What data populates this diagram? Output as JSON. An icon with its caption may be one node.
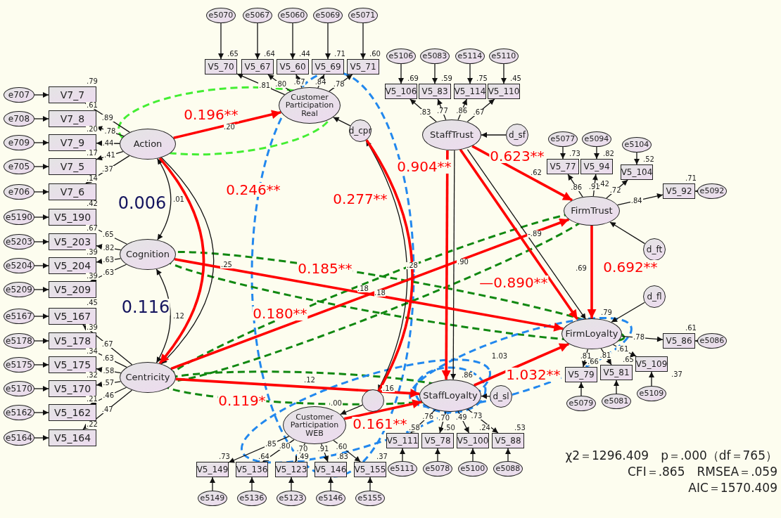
{
  "diagram": {
    "nodes": [
      {
        "text": [
          "Action"
        ]
      },
      {
        "text": [
          "Cognition"
        ]
      },
      {
        "text": [
          "Centricity"
        ]
      },
      {
        "text": [
          "Customer Participation Real"
        ]
      },
      {
        "text": [
          "Customer Participation WEB"
        ],
        "beside": [
          ".00"
        ]
      },
      {
        "text": [
          "StaffTrust"
        ]
      },
      {
        "text": [
          "FirmTrust"
        ]
      },
      {
        "text": [
          "StaffLoyalty"
        ],
        "beside": [
          ".86"
        ]
      },
      {
        "text": [
          "FirmLoyalty"
        ],
        "beside": [
          ".79"
        ]
      },
      {
        "text": [
          "d_cpr"
        ]
      },
      {
        "text": [
          "d_sf"
        ]
      },
      {
        "text": [
          "d_ft"
        ]
      },
      {
        "text": [
          "d_fl"
        ]
      },
      {
        "text": [
          "d_sl"
        ]
      },
      {
        "text": [],
        "shape": "circle",
        "beside": [
          ".16"
        ]
      },
      {
        "text": [
          "V7_7"
        ],
        "beside": [
          ".79"
        ]
      },
      {
        "text": [
          "V7_8"
        ],
        "beside": [
          ".61"
        ]
      },
      {
        "text": [
          "V7_9"
        ],
        "beside": [
          ".20"
        ]
      },
      {
        "text": [
          "V7_5"
        ],
        "beside": [
          ".17"
        ]
      },
      {
        "text": [
          "V7_6"
        ],
        "beside": [
          ".14"
        ]
      },
      {
        "text": [
          "V5_190"
        ],
        "beside": [
          ".42"
        ]
      },
      {
        "text": [
          "V5_203"
        ],
        "beside": [
          ".67"
        ]
      },
      {
        "text": [
          "V5_204"
        ],
        "beside": [
          ".39"
        ]
      },
      {
        "text": [
          "V5_209"
        ],
        "beside": [
          ".39"
        ]
      },
      {
        "text": [
          "V5_167"
        ],
        "beside": [
          ".45"
        ]
      },
      {
        "text": [
          "V5_178"
        ],
        "beside": [
          ".39"
        ]
      },
      {
        "text": [
          "V5_175"
        ],
        "beside": [
          ".34"
        ]
      },
      {
        "text": [
          "V5_170"
        ],
        "beside": [
          ".32"
        ]
      },
      {
        "text": [
          "V5_162"
        ],
        "beside": [
          ".21"
        ]
      },
      {
        "text": [
          "V5_164"
        ],
        "beside": [
          ".22"
        ]
      },
      {
        "text": [
          "V5_70"
        ],
        "beside": [
          ".65"
        ]
      },
      {
        "text": [
          "V5_67"
        ],
        "beside": [
          ".64"
        ]
      },
      {
        "text": [
          "V5_60"
        ],
        "beside": [
          ".44"
        ]
      },
      {
        "text": [
          "V5_69"
        ],
        "beside": [
          ".71"
        ]
      },
      {
        "text": [
          "V5_71"
        ],
        "beside": [
          ".60"
        ]
      },
      {
        "text": [
          "V5_106"
        ],
        "beside": [
          ".69"
        ]
      },
      {
        "text": [
          "V5_83"
        ],
        "beside": [
          ".59"
        ]
      },
      {
        "text": [
          "V5_114"
        ],
        "beside": [
          ".75"
        ]
      },
      {
        "text": [
          "V5_110"
        ],
        "beside": [
          ".45"
        ]
      },
      {
        "text": [
          "V5_77"
        ],
        "beside": [
          ".73"
        ]
      },
      {
        "text": [
          "V5_94"
        ],
        "beside": [
          ".82"
        ]
      },
      {
        "text": [
          "V5_104"
        ],
        "beside": [
          ".52"
        ]
      },
      {
        "text": [
          "V5_92"
        ],
        "beside": [
          ".71"
        ]
      },
      {
        "text": [
          "V5_86"
        ],
        "beside": [
          ".61"
        ]
      },
      {
        "text": [
          "V5_79"
        ],
        "beside": [
          ".66"
        ]
      },
      {
        "text": [
          "V5_81"
        ],
        "beside": [
          ".65"
        ]
      },
      {
        "text": [
          "V5_109"
        ],
        "beside": [
          ".37"
        ]
      },
      {
        "text": [
          "V5_111"
        ],
        "beside": [
          ".58"
        ]
      },
      {
        "text": [
          "V5_78"
        ],
        "beside": [
          ".50"
        ]
      },
      {
        "text": [
          "V5_100"
        ],
        "beside": [
          ".24"
        ]
      },
      {
        "text": [
          "V5_88"
        ],
        "beside": [
          ".53"
        ]
      },
      {
        "text": [
          "V5_149"
        ],
        "beside": [
          ".73"
        ]
      },
      {
        "text": [
          "V5_136"
        ],
        "beside": [
          ".64"
        ]
      },
      {
        "text": [
          "V5_123"
        ],
        "beside": [
          ".49"
        ]
      },
      {
        "text": [
          "V5_146"
        ],
        "beside": [
          ".83"
        ]
      },
      {
        "text": [
          "V5_155"
        ],
        "beside": [
          ".37"
        ]
      },
      {
        "text": [
          "e707"
        ]
      },
      {
        "text": [
          "e708"
        ]
      },
      {
        "text": [
          "e709"
        ]
      },
      {
        "text": [
          "e705"
        ]
      },
      {
        "text": [
          "e706"
        ]
      },
      {
        "text": [
          "e5190"
        ]
      },
      {
        "text": [
          "e5203"
        ]
      },
      {
        "text": [
          "e5204"
        ]
      },
      {
        "text": [
          "e5209"
        ]
      },
      {
        "text": [
          "e5167"
        ]
      },
      {
        "text": [
          "e5178"
        ]
      },
      {
        "text": [
          "e5175"
        ]
      },
      {
        "text": [
          "e5170"
        ]
      },
      {
        "text": [
          "e5162"
        ]
      },
      {
        "text": [
          "e5164"
        ]
      },
      {
        "text": [
          "e5070"
        ]
      },
      {
        "text": [
          "e5067"
        ]
      },
      {
        "text": [
          "e5060"
        ]
      },
      {
        "text": [
          "e5069"
        ]
      },
      {
        "text": [
          "e5071"
        ]
      },
      {
        "text": [
          "e5106"
        ]
      },
      {
        "text": [
          "e5083"
        ]
      },
      {
        "text": [
          "e5114"
        ]
      },
      {
        "text": [
          "e5110"
        ]
      },
      {
        "text": [
          "e5077"
        ]
      },
      {
        "text": [
          "e5094"
        ]
      },
      {
        "text": [
          "e5104"
        ]
      },
      {
        "text": [
          "e5092"
        ]
      },
      {
        "text": [
          "e5086"
        ]
      },
      {
        "text": [
          "e5079"
        ]
      },
      {
        "text": [
          "e5081"
        ]
      },
      {
        "text": [
          "e5109"
        ]
      },
      {
        "text": [
          "e5111"
        ]
      },
      {
        "text": [
          "e5078"
        ]
      },
      {
        "text": [
          "e5100"
        ]
      },
      {
        "text": [
          "e5088"
        ]
      },
      {
        "text": [
          "e5149"
        ]
      },
      {
        "text": [
          "e5136"
        ]
      },
      {
        "text": [
          "e5123"
        ]
      },
      {
        "text": [
          "e5146"
        ]
      },
      {
        "text": [
          "e5155"
        ]
      }
    ],
    "edges": [
      {
        "from": 56,
        "to": 15,
        "arrow": "to"
      },
      {
        "from": 57,
        "to": 16,
        "arrow": "to"
      },
      {
        "from": 58,
        "to": 17,
        "arrow": "to"
      },
      {
        "from": 59,
        "to": 18,
        "arrow": "to"
      },
      {
        "from": 60,
        "to": 19,
        "arrow": "to"
      },
      {
        "from": 61,
        "to": 20,
        "arrow": "to"
      },
      {
        "from": 62,
        "to": 21,
        "arrow": "to"
      },
      {
        "from": 63,
        "to": 22,
        "arrow": "to"
      },
      {
        "from": 64,
        "to": 23,
        "arrow": "to"
      },
      {
        "from": 65,
        "to": 24,
        "arrow": "to"
      },
      {
        "from": 66,
        "to": 25,
        "arrow": "to"
      },
      {
        "from": 67,
        "to": 26,
        "arrow": "to"
      },
      {
        "from": 68,
        "to": 27,
        "arrow": "to"
      },
      {
        "from": 69,
        "to": 28,
        "arrow": "to"
      },
      {
        "from": 70,
        "to": 29,
        "arrow": "to"
      },
      {
        "from": 71,
        "to": 30,
        "arrow": "to"
      },
      {
        "from": 72,
        "to": 31,
        "arrow": "to"
      },
      {
        "from": 73,
        "to": 32,
        "arrow": "to"
      },
      {
        "from": 74,
        "to": 33,
        "arrow": "to"
      },
      {
        "from": 75,
        "to": 34,
        "arrow": "to"
      },
      {
        "from": 76,
        "to": 35,
        "arrow": "to"
      },
      {
        "from": 77,
        "to": 36,
        "arrow": "to"
      },
      {
        "from": 78,
        "to": 37,
        "arrow": "to"
      },
      {
        "from": 79,
        "to": 38,
        "arrow": "to"
      },
      {
        "from": 80,
        "to": 39,
        "arrow": "to"
      },
      {
        "from": 81,
        "to": 40,
        "arrow": "to"
      },
      {
        "from": 82,
        "to": 41,
        "arrow": "to"
      },
      {
        "from": 83,
        "to": 42,
        "arrow": "to"
      },
      {
        "from": 84,
        "to": 43,
        "arrow": "to"
      },
      {
        "from": 85,
        "to": 44,
        "arrow": "to"
      },
      {
        "from": 86,
        "to": 45,
        "arrow": "to"
      },
      {
        "from": 87,
        "to": 46,
        "arrow": "to"
      },
      {
        "from": 88,
        "to": 47,
        "arrow": "to"
      },
      {
        "from": 89,
        "to": 48,
        "arrow": "to"
      },
      {
        "from": 90,
        "to": 49,
        "arrow": "to"
      },
      {
        "from": 91,
        "to": 50,
        "arrow": "to"
      },
      {
        "from": 92,
        "to": 51,
        "arrow": "to"
      },
      {
        "from": 93,
        "to": 52,
        "arrow": "to"
      },
      {
        "from": 94,
        "to": 53,
        "arrow": "to"
      },
      {
        "from": 95,
        "to": 54,
        "arrow": "to"
      },
      {
        "from": 96,
        "to": 55,
        "arrow": "to"
      },
      {
        "from": 0,
        "to": 15,
        "arrow": "to",
        "label": ".89"
      },
      {
        "from": 0,
        "to": 16,
        "arrow": "to",
        "label": ".78"
      },
      {
        "from": 0,
        "to": 17,
        "arrow": "to",
        "label": ".44"
      },
      {
        "from": 0,
        "to": 18,
        "arrow": "to",
        "label": ".41"
      },
      {
        "from": 0,
        "to": 19,
        "arrow": "to",
        "label": ".37"
      },
      {
        "from": 1,
        "to": 20,
        "arrow": "to",
        "label": ".65"
      },
      {
        "from": 1,
        "to": 21,
        "arrow": "to",
        "label": ".82"
      },
      {
        "from": 1,
        "to": 22,
        "arrow": "to",
        "label": ".63"
      },
      {
        "from": 1,
        "to": 23,
        "arrow": "to",
        "label": ".63"
      },
      {
        "from": 2,
        "to": 24,
        "arrow": "to",
        "label": ".67"
      },
      {
        "from": 2,
        "to": 25,
        "arrow": "to",
        "label": ".63"
      },
      {
        "from": 2,
        "to": 26,
        "arrow": "to",
        "label": ".58"
      },
      {
        "from": 2,
        "to": 27,
        "arrow": "to",
        "label": ".57"
      },
      {
        "from": 2,
        "to": 28,
        "arrow": "to",
        "label": ".46"
      },
      {
        "from": 2,
        "to": 29,
        "arrow": "to",
        "label": ".47"
      },
      {
        "from": 3,
        "to": 30,
        "arrow": "to",
        "label": ".81"
      },
      {
        "from": 3,
        "to": 31,
        "arrow": "to",
        "label": ".80"
      },
      {
        "from": 3,
        "to": 32,
        "arrow": "to",
        "label": ".67"
      },
      {
        "from": 3,
        "to": 33,
        "arrow": "to",
        "label": ".84"
      },
      {
        "from": 3,
        "to": 34,
        "arrow": "to",
        "label": ".78"
      },
      {
        "from": 5,
        "to": 35,
        "arrow": "to",
        "label": ".83"
      },
      {
        "from": 5,
        "to": 36,
        "arrow": "to",
        "label": ".77"
      },
      {
        "from": 5,
        "to": 37,
        "arrow": "to",
        "label": ".86"
      },
      {
        "from": 5,
        "to": 38,
        "arrow": "to",
        "label": ".67"
      },
      {
        "from": 6,
        "to": 39,
        "arrow": "to",
        "label": ".86"
      },
      {
        "from": 6,
        "to": 40,
        "arrow": "to",
        "label": ".91"
      },
      {
        "from": 6,
        "to": 41,
        "arrow": "to",
        "label": ".72"
      },
      {
        "from": 6,
        "to": 42,
        "arrow": "to",
        "label": ".84"
      },
      {
        "from": 8,
        "to": 43,
        "arrow": "to",
        "label": ".78"
      },
      {
        "from": 8,
        "to": 44,
        "arrow": "to",
        "label": ".81"
      },
      {
        "from": 8,
        "to": 45,
        "arrow": "to",
        "label": ".81"
      },
      {
        "from": 8,
        "to": 46,
        "arrow": "to",
        "label": ".61"
      },
      {
        "from": 7,
        "to": 47,
        "arrow": "to",
        "label": ".76"
      },
      {
        "from": 7,
        "to": 48,
        "arrow": "to",
        "label": ".70"
      },
      {
        "from": 7,
        "to": 49,
        "arrow": "to",
        "label": ".49"
      },
      {
        "from": 7,
        "to": 50,
        "arrow": "to",
        "label": ".73"
      },
      {
        "from": 4,
        "to": 51,
        "arrow": "to",
        "label": ".85"
      },
      {
        "from": 4,
        "to": 52,
        "arrow": "to",
        "label": ".80"
      },
      {
        "from": 4,
        "to": 53,
        "arrow": "to",
        "label": ".70"
      },
      {
        "from": 4,
        "to": 54,
        "arrow": "to",
        "label": ".91"
      },
      {
        "from": 4,
        "to": 55,
        "arrow": "to",
        "label": ".60"
      },
      {
        "from": 0,
        "to": 3,
        "arrow": "to",
        "label": "0.196**",
        "style": "thick",
        "color": "#ff0000"
      },
      {
        "from": 0,
        "to": 1,
        "arrow": "both",
        "label": ".01"
      },
      {
        "from": 1,
        "to": 2,
        "arrow": "both",
        "label": ".12"
      },
      {
        "from": 0,
        "to": 2,
        "arrow": "to",
        "label": ".25"
      },
      {
        "from": 0,
        "to": 2,
        "arrow": "to",
        "label": "0.246**",
        "style": "thick",
        "color": "#ff0000"
      },
      {
        "from": 9,
        "to": 14,
        "arrow": "both",
        "label": ".28"
      },
      {
        "from": 9,
        "to": 14,
        "arrow": "none",
        "label": "0.277**",
        "style": "thick",
        "color": "#ff0000"
      },
      {
        "from": 5,
        "to": 7,
        "arrow": "to",
        "label": ".90"
      },
      {
        "from": 5,
        "to": 7,
        "arrow": "to",
        "label": "0.904**",
        "style": "thick",
        "color": "#ff0000"
      },
      {
        "from": 5,
        "to": 6,
        "arrow": "to",
        "label": "0.623**",
        "style": "thick",
        "color": "#ff0000"
      },
      {
        "from": 5,
        "to": 8,
        "arrow": "to",
        "label": "-.89"
      },
      {
        "from": 5,
        "to": 8,
        "arrow": "to",
        "label": "—0.890**",
        "style": "thick",
        "color": "#ff0000"
      },
      {
        "from": 6,
        "to": 8,
        "arrow": "to",
        "label": "0.692**",
        "style": "thick",
        "color": "#ff0000"
      },
      {
        "from": 1,
        "to": 8,
        "arrow": "to",
        "label": "0.185**",
        "style": "thick",
        "color": "#ff0000"
      },
      {
        "from": 2,
        "to": 6,
        "arrow": "to",
        "label": "0.180**",
        "style": "thick",
        "color": "#ff0000"
      },
      {
        "from": 2,
        "to": 7,
        "arrow": "to",
        "label": "0.119*",
        "style": "thick",
        "color": "#ff0000"
      },
      {
        "from": 7,
        "to": 8,
        "arrow": "to",
        "label": "1.032**",
        "style": "thick",
        "color": "#ff0000"
      },
      {
        "from": 4,
        "to": 7,
        "arrow": "to",
        "label": "0.161**",
        "style": "thick",
        "color": "#ff0000"
      },
      {
        "from": 9,
        "to": 3,
        "arrow": "to"
      },
      {
        "from": 10,
        "to": 5,
        "arrow": "to"
      },
      {
        "from": 11,
        "to": 6,
        "arrow": "to"
      },
      {
        "from": 12,
        "to": 8,
        "arrow": "to"
      },
      {
        "from": 13,
        "to": 7,
        "arrow": "to"
      },
      {
        "from": 14,
        "to": 4,
        "arrow": "to"
      }
    ],
    "labels": [
      "0.006",
      "0.116",
      ".20",
      ".62",
      ".69",
      ".18",
      ".18",
      ".12",
      "1.03",
      ".42",
      "χ2＝1296.409　p＝.000（df＝765）",
      "CFI＝.865　RMSEA＝.059",
      "AIC＝1570.409"
    ]
  }
}
